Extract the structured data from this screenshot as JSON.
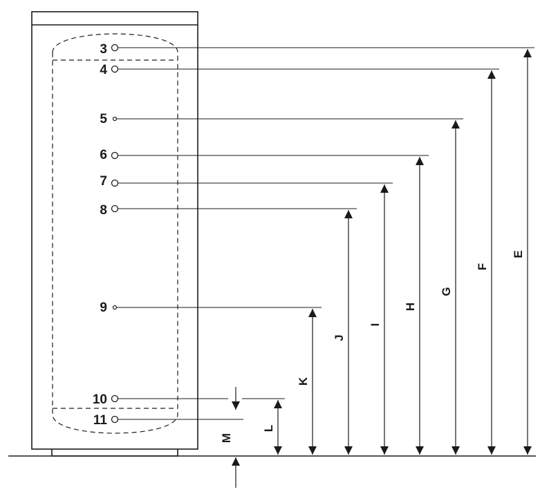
{
  "connections": [
    {
      "id": "3",
      "label": "3",
      "circle": "large"
    },
    {
      "id": "4",
      "label": "4",
      "circle": "large"
    },
    {
      "id": "5",
      "label": "5",
      "circle": "small"
    },
    {
      "id": "6",
      "label": "6",
      "circle": "large"
    },
    {
      "id": "7",
      "label": "7",
      "circle": "large"
    },
    {
      "id": "8",
      "label": "8",
      "circle": "large"
    },
    {
      "id": "9",
      "label": "9",
      "circle": "small"
    },
    {
      "id": "10",
      "label": "10",
      "circle": "large"
    },
    {
      "id": "11",
      "label": "11",
      "circle": "large"
    }
  ],
  "dimensions": [
    {
      "label": "E",
      "from_connection": "3",
      "to": "floor"
    },
    {
      "label": "F",
      "from_connection": "4",
      "to": "floor"
    },
    {
      "label": "G",
      "from_connection": "5",
      "to": "floor"
    },
    {
      "label": "H",
      "from_connection": "6",
      "to": "floor"
    },
    {
      "label": "I",
      "from_connection": "7",
      "to": "floor"
    },
    {
      "label": "J",
      "from_connection": "8",
      "to": "floor"
    },
    {
      "label": "K",
      "from_connection": "9",
      "to": "floor"
    },
    {
      "label": "L",
      "from_connection": "10",
      "to": "floor"
    },
    {
      "label": "M",
      "from": "floor",
      "to": "tank-bottom"
    }
  ],
  "colors": {
    "line": "#1a1a1a",
    "background": "#ffffff"
  }
}
